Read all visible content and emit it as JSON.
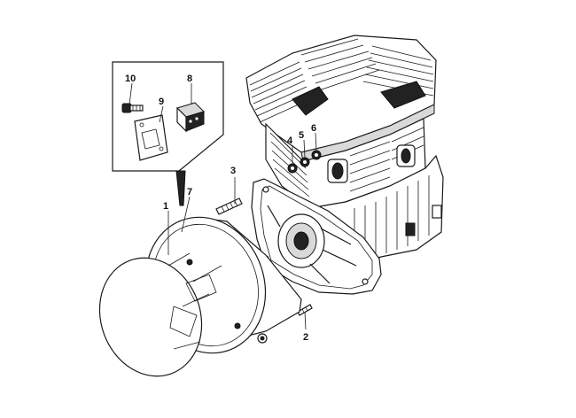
{
  "callouts": [
    {
      "id": "c1",
      "text": "1"
    },
    {
      "id": "c2",
      "text": "2"
    },
    {
      "id": "c3",
      "text": "3"
    },
    {
      "id": "c4",
      "text": "4"
    },
    {
      "id": "c5",
      "text": "5"
    },
    {
      "id": "c6",
      "text": "6"
    },
    {
      "id": "c7",
      "text": "7"
    },
    {
      "id": "c8",
      "text": "8"
    },
    {
      "id": "c9",
      "text": "9"
    },
    {
      "id": "c10",
      "text": "10"
    }
  ]
}
